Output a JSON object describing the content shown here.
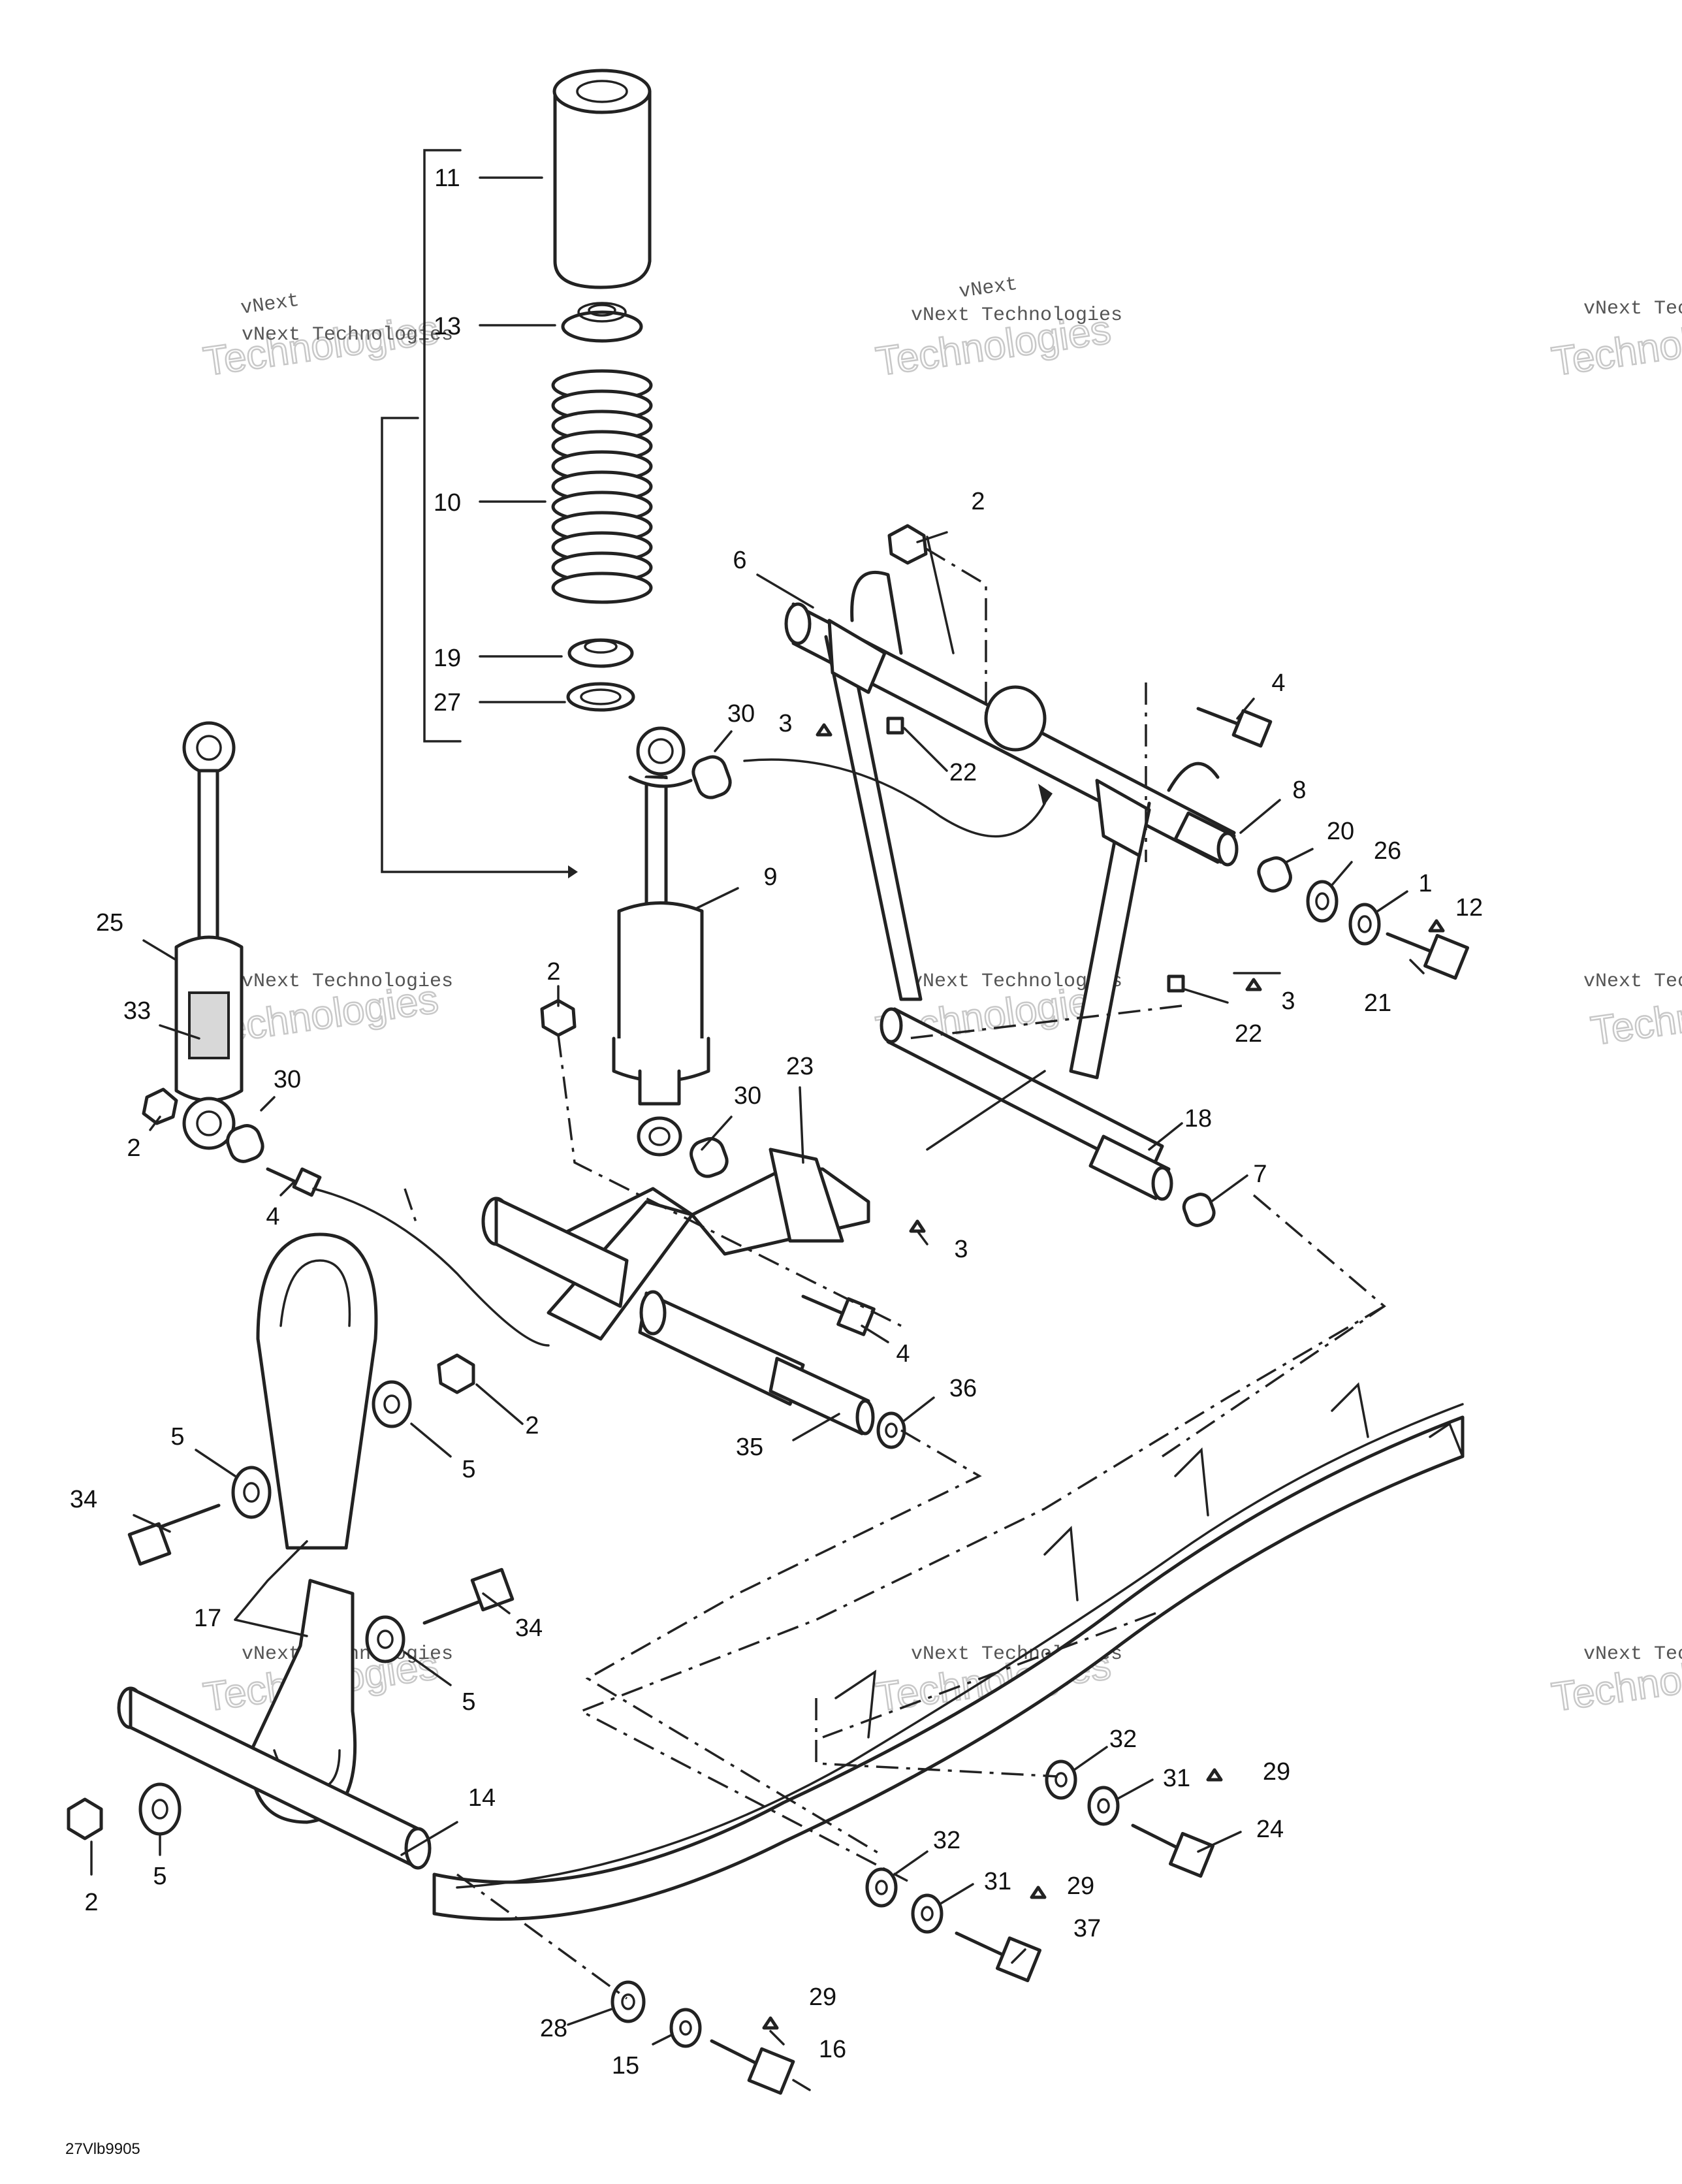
{
  "watermark": {
    "small": "vNext Technologies",
    "small_top": "vNext",
    "big": "Technologies"
  },
  "diagram_code": "27Vlb9905",
  "callouts": {
    "c1": "1",
    "c2a": "2",
    "c2b": "2",
    "c2c": "2",
    "c2d": "2",
    "c2e": "2",
    "c3a": "3",
    "c3b": "3",
    "c3c": "3",
    "c4a": "4",
    "c4b": "4",
    "c4c": "4",
    "c5a": "5",
    "c5b": "5",
    "c5c": "5",
    "c5d": "5",
    "c6": "6",
    "c7": "7",
    "c8": "8",
    "c9": "9",
    "c10": "10",
    "c11": "11",
    "c12": "12",
    "c13": "13",
    "c14": "14",
    "c15": "15",
    "c16": "16",
    "c17": "17",
    "c18": "18",
    "c19": "19",
    "c20": "20",
    "c21": "21",
    "c22a": "22",
    "c22b": "22",
    "c23": "23",
    "c24": "24",
    "c25": "25",
    "c26": "26",
    "c27": "27",
    "c28": "28",
    "c29a": "29",
    "c29b": "29",
    "c29c": "29",
    "c30a": "30",
    "c30b": "30",
    "c30c": "30",
    "c31a": "31",
    "c31b": "31",
    "c32a": "32",
    "c32b": "32",
    "c33": "33",
    "c34a": "34",
    "c34b": "34",
    "c35": "35",
    "c36": "36",
    "c37": "37"
  }
}
